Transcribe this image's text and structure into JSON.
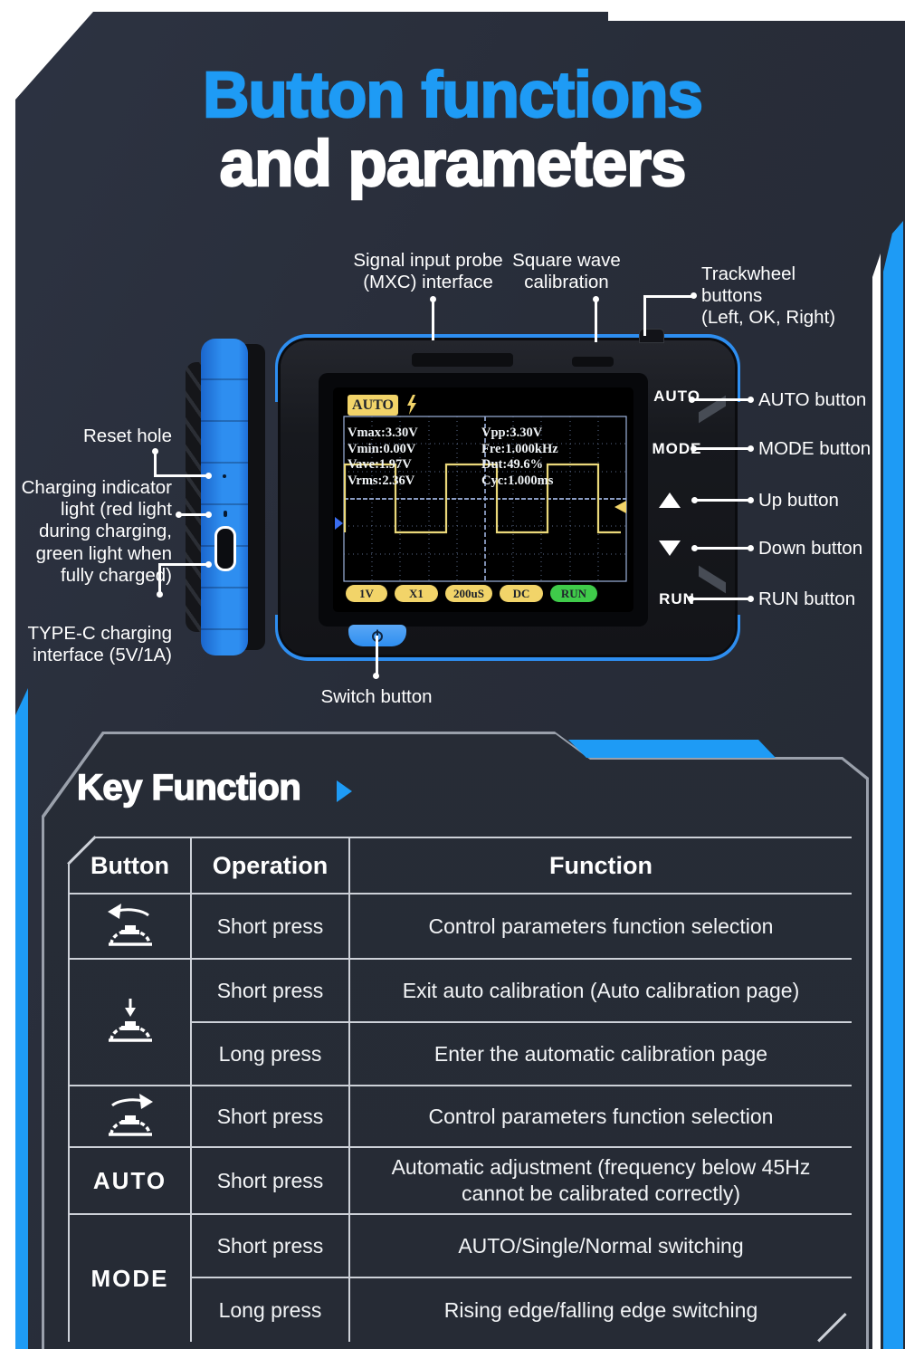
{
  "colors": {
    "accent_blue": "#1E9BF5",
    "background_dark": "#272C38",
    "panel_dark": "#2A2F3A",
    "screen_yellow": "#F2D469",
    "run_green": "#3FCB4A",
    "table_border": "#CDD1D8"
  },
  "title": {
    "line1": "Button functions",
    "line2": "and parameters"
  },
  "callouts": {
    "signal_probe": "Signal input probe\n(MXC) interface",
    "square_wave": "Square wave\ncalibration",
    "trackwheel": "Trackwheel\nbuttons\n(Left, OK, Right)",
    "auto": "AUTO button",
    "mode": "MODE button",
    "up": "Up button",
    "down": "Down button",
    "run": "RUN button",
    "reset": "Reset hole",
    "charging": "Charging indicator\nlight (red light\nduring charging,\ngreen light when\nfully charged)",
    "typec": "TYPE-C charging\ninterface (5V/1A)",
    "switch": "Switch button"
  },
  "device": {
    "panel_buttons": {
      "auto": "AUTO",
      "mode": "MODE",
      "run": "RUN"
    },
    "screen": {
      "mode_badge": "AUTO",
      "measurements_left": [
        "Vmax:3.30V",
        "Vmin:0.00V",
        "Vave:1.97V",
        "Vrms:2.36V"
      ],
      "measurements_right": [
        "Vpp:3.30V",
        "Fre:1.000kHz",
        "Dut:49.6%",
        "Cyc:1.000ms"
      ],
      "chips": [
        "1V",
        "X1",
        "200uS",
        "DC",
        "RUN"
      ]
    }
  },
  "key_function": {
    "heading": "Key Function",
    "table": {
      "headers": [
        "Button",
        "Operation",
        "Function"
      ],
      "rows": [
        {
          "button_icon": "trackwheel-rotate-left",
          "operation": "Short press",
          "function": "Control parameters function selection"
        },
        {
          "button_icon": "trackwheel-press",
          "operations": [
            {
              "operation": "Short press",
              "function": "Exit auto calibration (Auto calibration page)"
            },
            {
              "operation": "Long press",
              "function": "Enter the automatic calibration page"
            }
          ]
        },
        {
          "button_icon": "trackwheel-rotate-right",
          "operation": "Short press",
          "function": "Control parameters function selection"
        },
        {
          "button_label": "AUTO",
          "operation": "Short press",
          "function": "Automatic adjustment (frequency below 45Hz cannot be calibrated correctly)"
        },
        {
          "button_label": "MODE",
          "operations": [
            {
              "operation": "Short press",
              "function": "AUTO/Single/Normal switching"
            },
            {
              "operation": "Long press",
              "function": "Rising edge/falling edge switching"
            }
          ]
        }
      ]
    }
  }
}
